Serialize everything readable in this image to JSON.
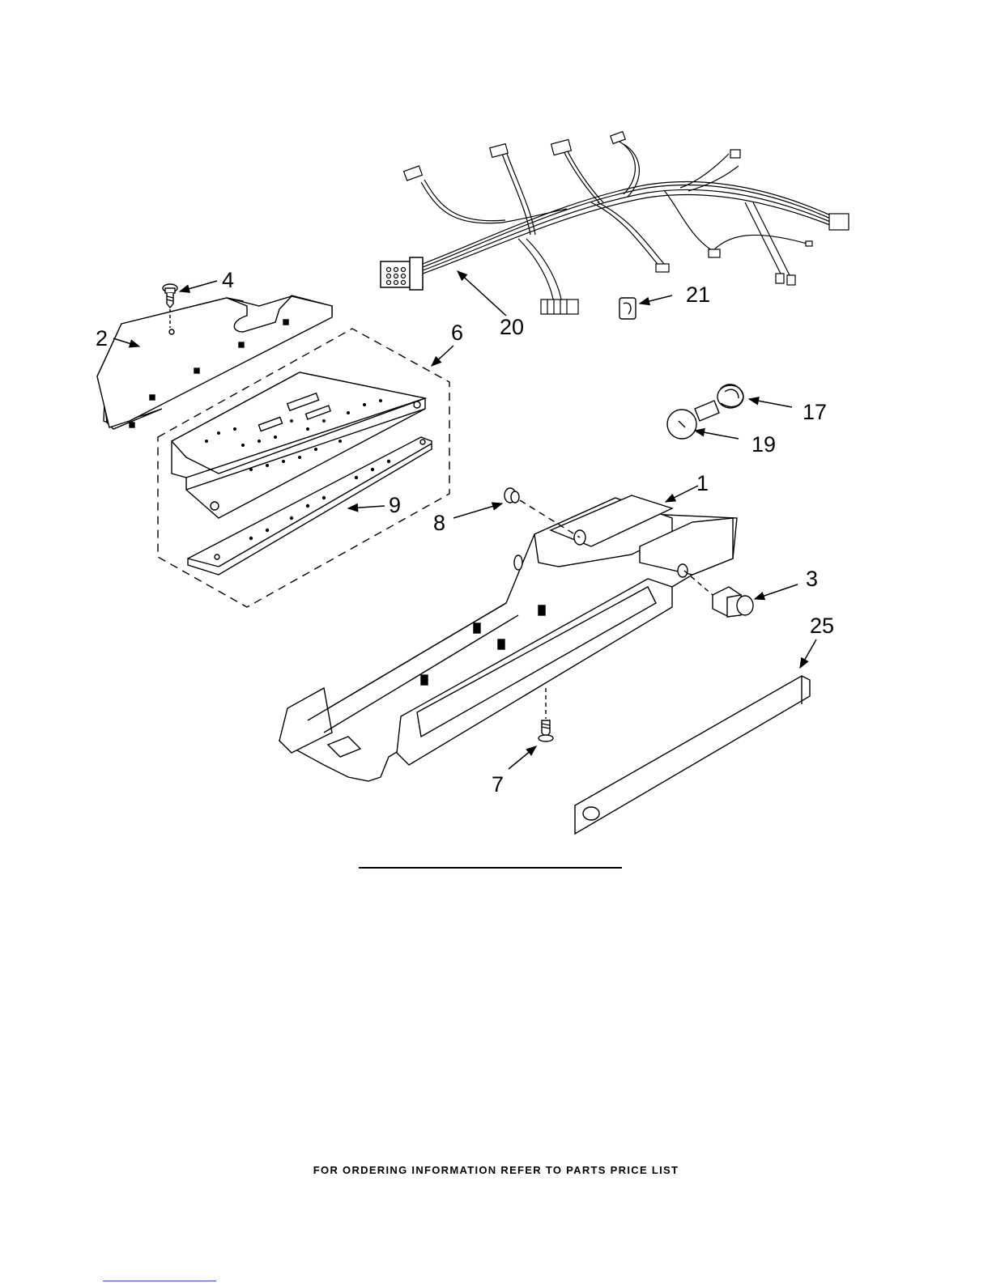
{
  "diagram": {
    "callouts": [
      {
        "id": "1",
        "label": "1"
      },
      {
        "id": "2",
        "label": "2"
      },
      {
        "id": "3",
        "label": "3"
      },
      {
        "id": "4",
        "label": "4"
      },
      {
        "id": "6",
        "label": "6"
      },
      {
        "id": "7",
        "label": "7"
      },
      {
        "id": "8",
        "label": "8"
      },
      {
        "id": "9",
        "label": "9"
      },
      {
        "id": "17",
        "label": "17"
      },
      {
        "id": "19",
        "label": "19"
      },
      {
        "id": "20",
        "label": "20"
      },
      {
        "id": "21",
        "label": "21"
      },
      {
        "id": "25",
        "label": "25"
      }
    ]
  },
  "footer": {
    "text": "FOR ORDERING INFORMATION REFER TO PARTS PRICE LIST"
  }
}
